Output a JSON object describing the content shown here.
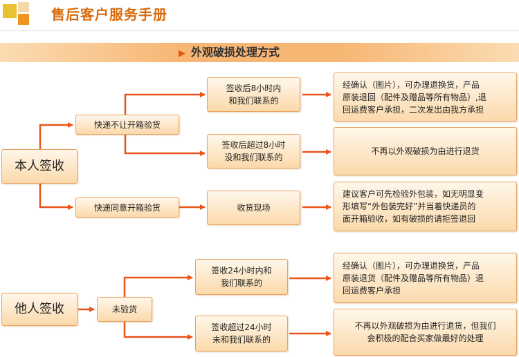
{
  "header": {
    "title": "售后客户服务手册"
  },
  "section": {
    "title": "外观破损处理方式"
  },
  "nodes": {
    "self_sign": "本人签收",
    "no_unbox": "快递不让开箱验货",
    "allow_unbox": "快递同意开箱验货",
    "within_8h": "签收后8小时内\n和我们联系的",
    "over_8h": "签收后超过8小时\n没和我们联系的",
    "on_site": "收货现场",
    "result_within_8h": "经确认（图片），可办理退换货，产品\n原装退回（配件及赠品等所有物品）,退\n回运费客户承担，二次发出由我方承担",
    "result_over_8h": "不再以外观破损为由进行退货",
    "result_on_site": "建议客户可先检验外包装，如无明显变\n形填写“外包装完好”并当着快递员的\n面开箱验收，如有破损的请拒签退回",
    "other_sign": "他人签收",
    "not_inspected": "未验货",
    "within_24h": "签收24小时内和\n我们联系的",
    "over_24h": "签收超过24小时\n未和我们联系的",
    "result_within_24h": "经确认（图片），可办理退换货，产品\n原装退货（配件及赠品等所有物品）退\n回运费客户承担",
    "result_over_24h": "不再以外观破损为由进行退货，但我们\n会积极的配合买家做最好的处理"
  },
  "colors": {
    "accent": "#d96b0c",
    "connector": "#e8541a",
    "box_border": "#e9a25c"
  }
}
